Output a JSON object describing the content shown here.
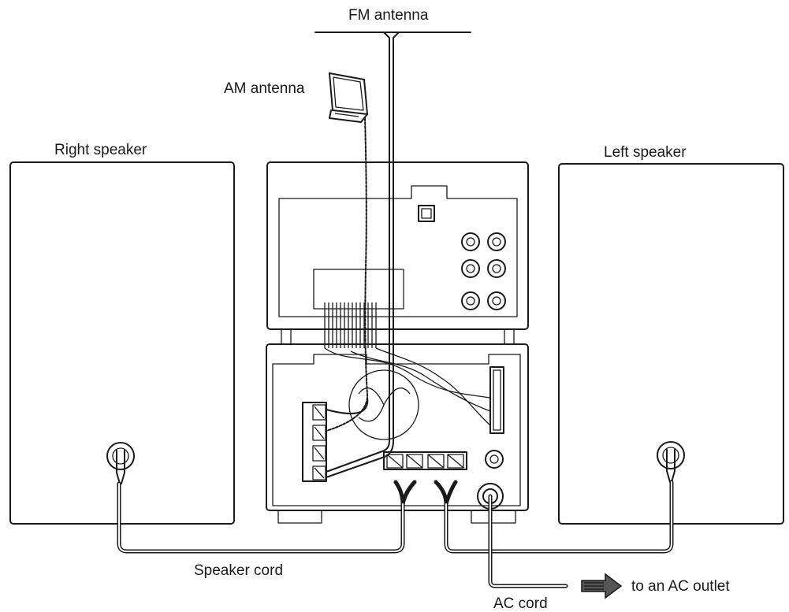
{
  "labels": {
    "fm_antenna": "FM antenna",
    "am_antenna": "AM antenna",
    "right_speaker": "Right speaker",
    "left_speaker": "Left speaker",
    "speaker_cord": "Speaker cord",
    "ac_cord": "AC cord",
    "ac_outlet": "to an AC outlet"
  },
  "colors": {
    "line": "#1a1a1a",
    "background": "#ffffff",
    "arrow": "#555555"
  }
}
